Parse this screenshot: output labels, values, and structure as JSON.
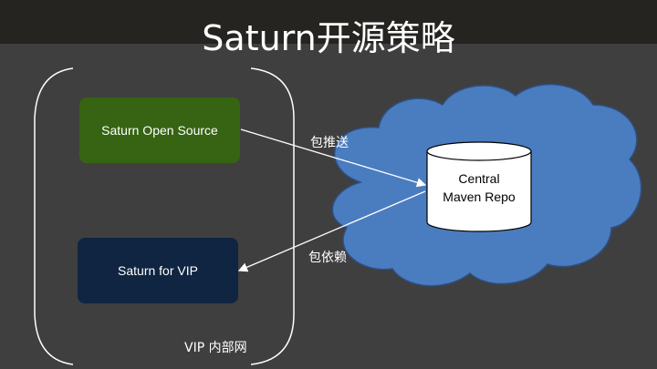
{
  "slide": {
    "title": "Saturn开源策略"
  },
  "nodes": {
    "open_source": "Saturn Open Source",
    "vip": "Saturn for VIP",
    "repo_line1": "Central",
    "repo_line2": "Maven Repo"
  },
  "edges": {
    "push": "包推送",
    "depend": "包依赖"
  },
  "regions": {
    "internal_network": "VIP 内部网"
  },
  "colors": {
    "background": "#3f3f3f",
    "title_bar": "#252420",
    "open_source_box": "#366412",
    "vip_box": "#0f2541",
    "cloud_fill": "#4a7cc0",
    "cloud_stroke": "#2f4f80"
  }
}
